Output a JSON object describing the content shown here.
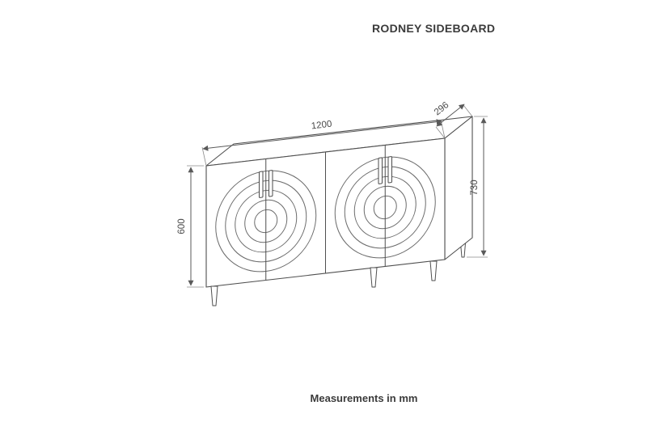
{
  "header": {
    "title": "RODNEY SIDEBOARD"
  },
  "footer": {
    "note": "Measurements in mm"
  },
  "diagram": {
    "unit": "mm",
    "dimensions": {
      "width": "1200",
      "depth": "296",
      "height_total": "730",
      "height_body": "600"
    },
    "colors": {
      "line": "#4f4f4f",
      "dimension_text": "#4a4a4a",
      "title_text": "#3b3b3b"
    }
  }
}
